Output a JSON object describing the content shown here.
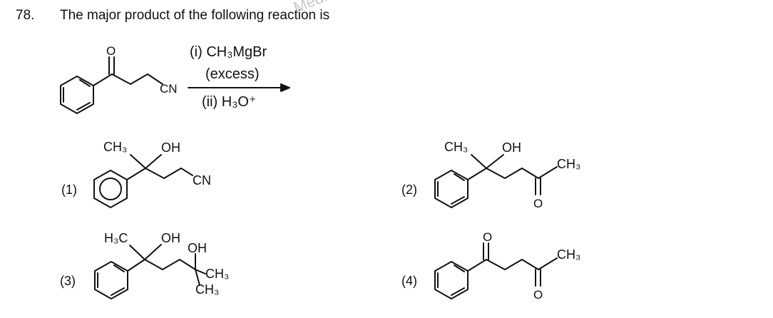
{
  "question": {
    "number": "78.",
    "text": "The major product of the following reaction is"
  },
  "watermark": "Medic",
  "reactant": {
    "carbonyl_o": "O",
    "cn": "CN"
  },
  "conditions": {
    "reagent1": "(i) CH₃MgBr",
    "reagent1_note": "(excess)",
    "reagent2": "(ii) H₃O⁺"
  },
  "options": [
    {
      "label": "(1)",
      "texts": {
        "ch3": "CH₃",
        "oh": "OH",
        "cn": "CN"
      }
    },
    {
      "label": "(2)",
      "texts": {
        "ch3_left": "CH₃",
        "oh": "OH",
        "ch3_right": "CH₃",
        "o": "O"
      }
    },
    {
      "label": "(3)",
      "texts": {
        "h3c": "H₃C",
        "oh1": "OH",
        "oh2": "OH",
        "ch3a": "CH₃",
        "ch3b": "CH₃"
      }
    },
    {
      "label": "(4)",
      "texts": {
        "o_top": "O",
        "ch3": "CH₃",
        "o_bottom": "O"
      }
    }
  ]
}
